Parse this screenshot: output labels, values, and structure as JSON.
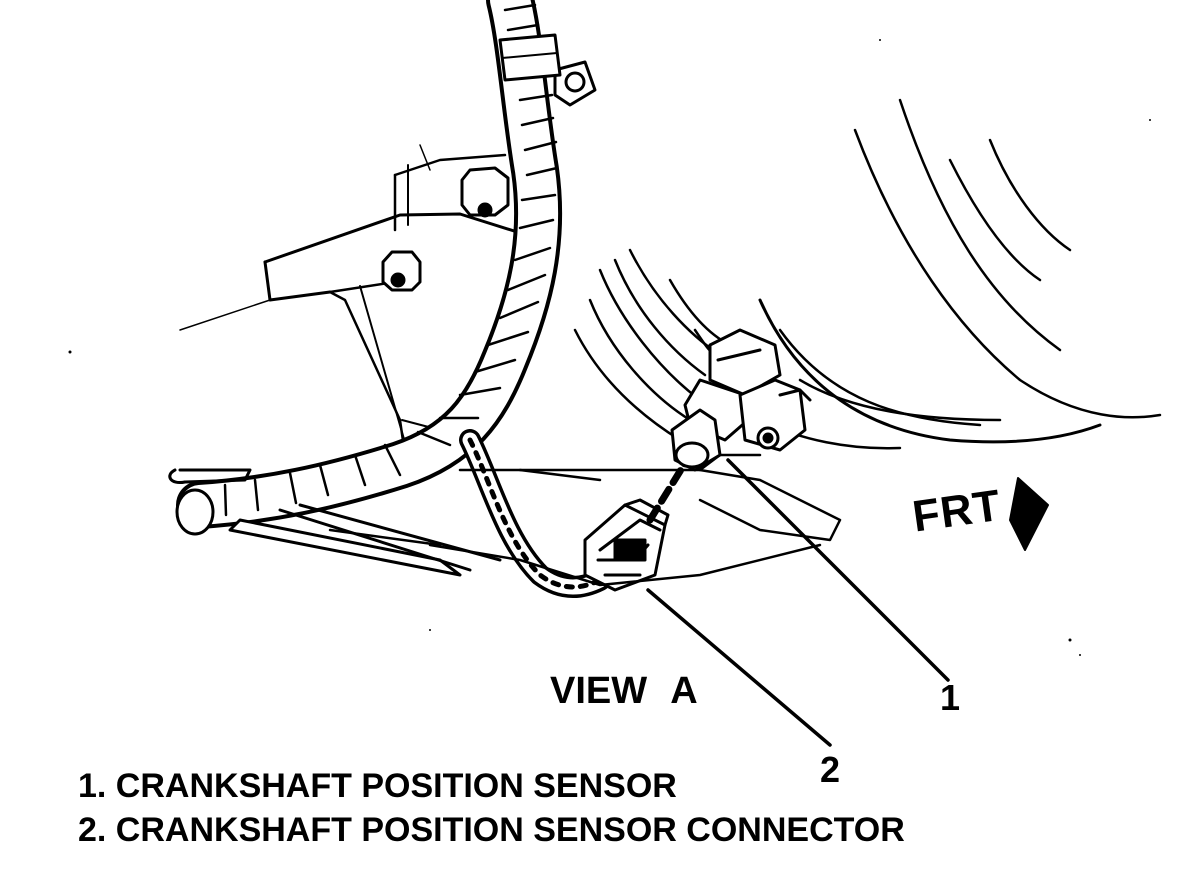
{
  "direction": {
    "label": "FRT"
  },
  "view": {
    "label": "VIEW  A"
  },
  "callouts": [
    {
      "number": "1",
      "target": "crankshaft-position-sensor"
    },
    {
      "number": "2",
      "target": "crankshaft-position-sensor-connector"
    }
  ],
  "legend": [
    {
      "text": "1. CRANKSHAFT POSITION SENSOR"
    },
    {
      "text": "2. CRANKSHAFT POSITION SENSOR CONNECTOR"
    }
  ],
  "colors": {
    "ink": "#000000",
    "paper": "#ffffff"
  }
}
